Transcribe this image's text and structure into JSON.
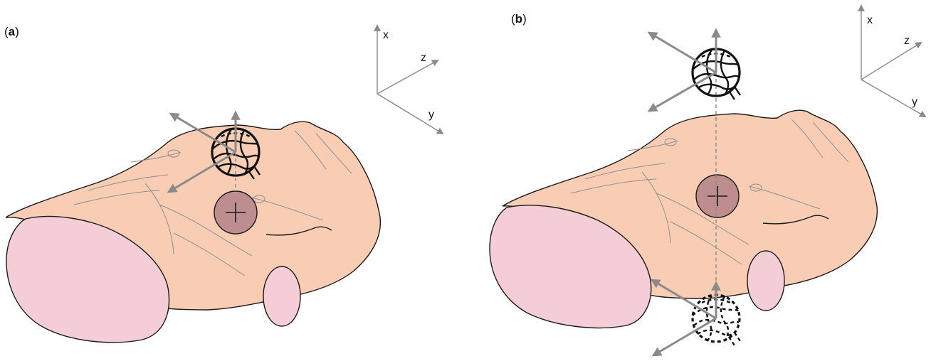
{
  "colors": {
    "body": "#f9cdb3",
    "cut": "#f5cdd6",
    "target": "#bd8d8f",
    "arrow": "#8a8a8a",
    "outline": "#1a1a1a"
  },
  "panel_a": {
    "label_open": "(",
    "label_letter": "a",
    "label_close": ")",
    "axes": {
      "x": "x",
      "y": "y",
      "z": "z"
    }
  },
  "panel_b": {
    "label_open": "(",
    "label_letter": "b",
    "label_close": ")",
    "axes": {
      "x": "x",
      "y": "y",
      "z": "z"
    }
  },
  "icons": [
    "coil-icon",
    "target-marker-icon",
    "torso-shape",
    "axis-triad-icon"
  ]
}
